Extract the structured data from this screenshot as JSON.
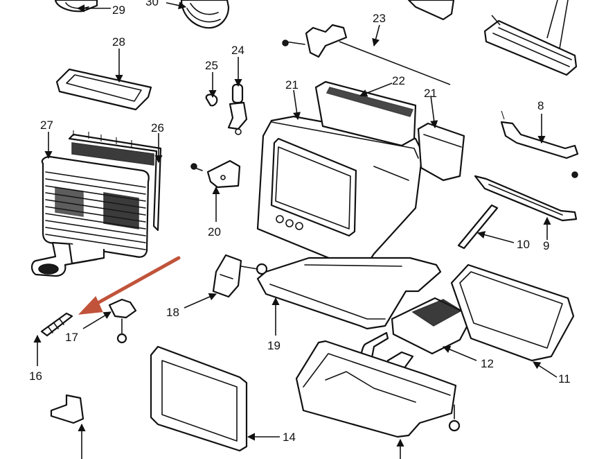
{
  "callouts": [
    {
      "id": "c29",
      "label": "29"
    },
    {
      "id": "c30",
      "label": "30"
    },
    {
      "id": "c28",
      "label": "28"
    },
    {
      "id": "c27",
      "label": "27"
    },
    {
      "id": "c26",
      "label": "26"
    },
    {
      "id": "c25",
      "label": "25"
    },
    {
      "id": "c24",
      "label": "24"
    },
    {
      "id": "c23",
      "label": "23"
    },
    {
      "id": "c22",
      "label": "22"
    },
    {
      "id": "c21a",
      "label": "21"
    },
    {
      "id": "c21b",
      "label": "21"
    },
    {
      "id": "c20",
      "label": "20"
    },
    {
      "id": "c19",
      "label": "19"
    },
    {
      "id": "c18",
      "label": "18"
    },
    {
      "id": "c17",
      "label": "17"
    },
    {
      "id": "c16",
      "label": "16"
    },
    {
      "id": "c14",
      "label": "14"
    },
    {
      "id": "c12",
      "label": "12"
    },
    {
      "id": "c11",
      "label": "11"
    },
    {
      "id": "c10",
      "label": "10"
    },
    {
      "id": "c9",
      "label": "9"
    },
    {
      "id": "c8",
      "label": "8"
    }
  ],
  "colors": {
    "line": "#111111",
    "background": "#ffffff",
    "highlight_arrow": "#c0533a"
  }
}
